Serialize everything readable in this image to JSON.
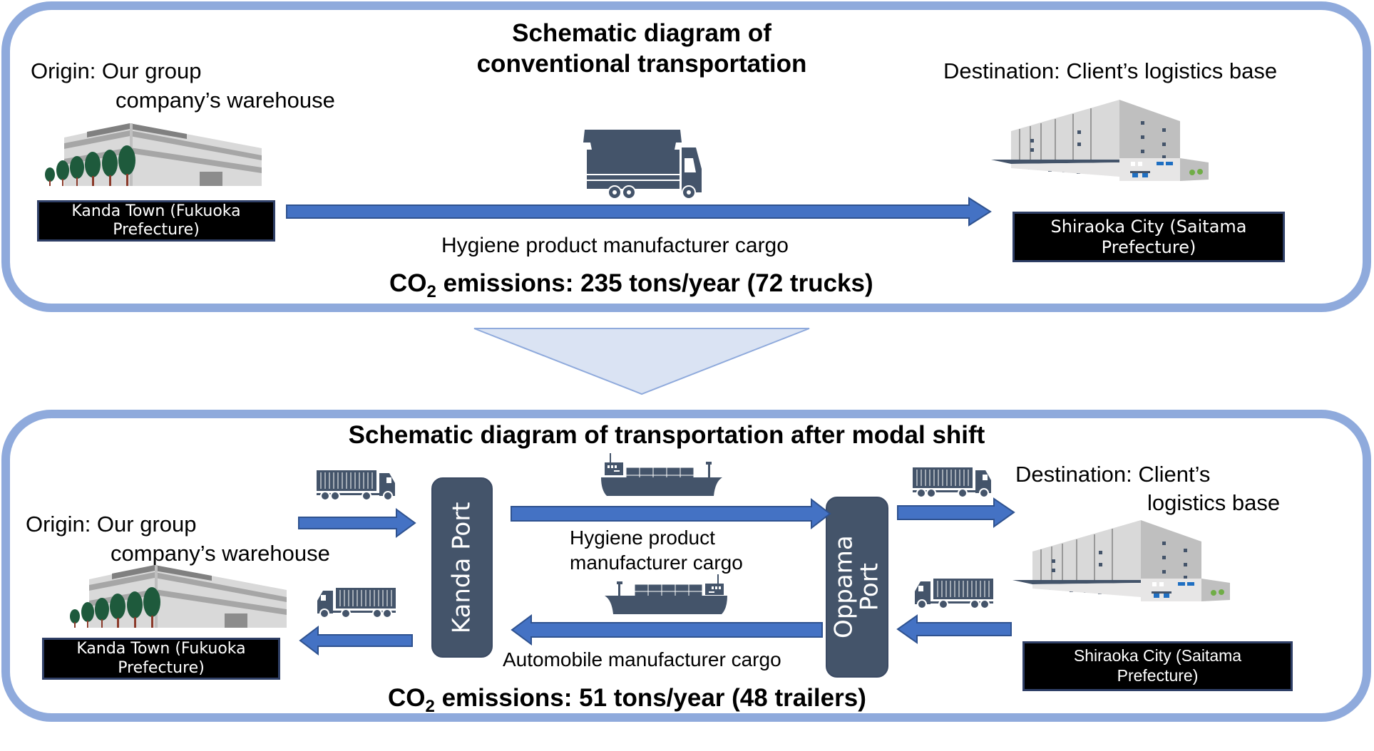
{
  "conventional": {
    "title_line1": "Schematic diagram of",
    "title_line2": "conventional transportation",
    "origin_line1": "Origin: Our group",
    "origin_line2": "company’s warehouse",
    "origin_location_line1": "Kanda Town (Fukuoka",
    "origin_location_line2": "Prefecture)",
    "destination": "Destination: Client’s logistics base",
    "destination_location_line1": "Shiraoka City (Saitama",
    "destination_location_line2": "Prefecture)",
    "cargo": "Hygiene product manufacturer cargo",
    "co2_prefix": "CO",
    "co2_sub": "2",
    "co2_text": " emissions: 235 tons/year (72 trucks)",
    "co2_tons_per_year": 235,
    "vehicle_count": 72,
    "vehicle_type": "trucks"
  },
  "modal_shift": {
    "title": "Schematic diagram of transportation after modal shift",
    "origin_line1": "Origin: Our group",
    "origin_line2": "company’s warehouse",
    "origin_location_line1": "Kanda Town (Fukuoka",
    "origin_location_line2": "Prefecture)",
    "destination_line1": "Destination: Client’s",
    "destination_line2": "logistics base",
    "destination_location_line1": "Shiraoka City (Saitama",
    "destination_location_line2": "Prefecture)",
    "port_origin": "Kanda Port",
    "port_dest_line1": "Oppama",
    "port_dest_line2": "Port",
    "cargo_outbound_line1": "Hygiene product",
    "cargo_outbound_line2": "manufacturer cargo",
    "cargo_return": "Automobile manufacturer cargo",
    "co2_prefix": "CO",
    "co2_sub": "2",
    "co2_text": " emissions: 51 tons/year (48 trailers)",
    "co2_tons_per_year": 51,
    "vehicle_count": 48,
    "vehicle_type": "trailers"
  },
  "colors": {
    "panel_border": "#8faadc",
    "arrow_fill": "#4472c4",
    "arrow_stroke": "#2f528f",
    "icon_fill": "#44546a",
    "transition_fill": "#dae3f3"
  }
}
